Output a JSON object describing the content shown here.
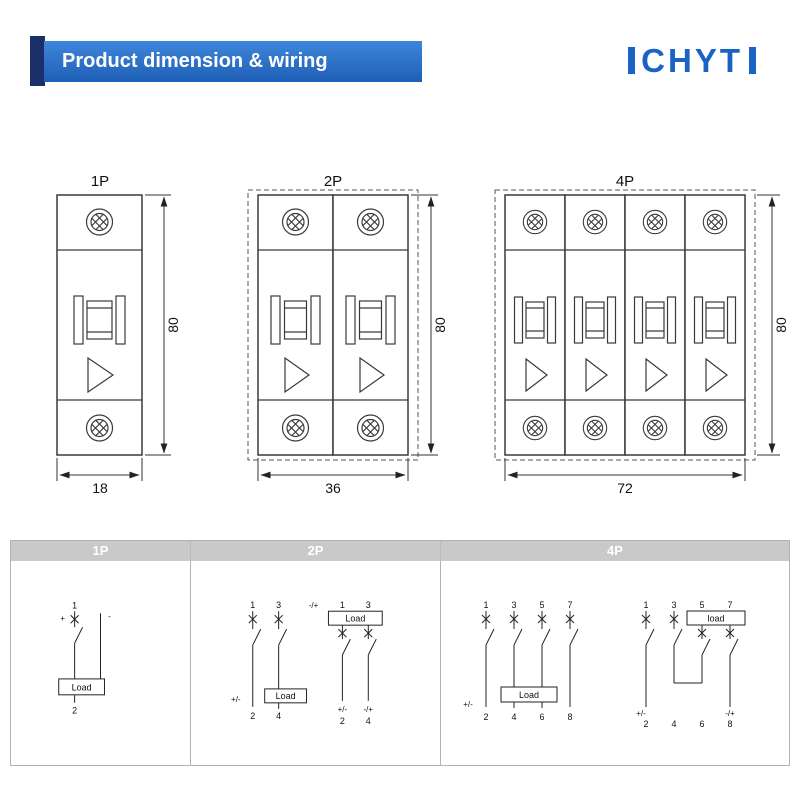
{
  "header": {
    "title": "Product dimension & wiring",
    "logo_text": "CHYT",
    "brand_color": "#1a63c5",
    "banner_color": "#2a72cd",
    "accent_color": "#1b2f6b"
  },
  "drawings": {
    "p1": {
      "title": "1P",
      "width": "18",
      "height": "80"
    },
    "p2": {
      "title": "2P",
      "width": "36",
      "height": "80"
    },
    "p4": {
      "title": "4P",
      "width": "72",
      "height": "80"
    }
  },
  "table": {
    "headers": [
      "1P",
      "2P",
      "4P"
    ]
  },
  "wiring": {
    "p1": {
      "t1": "1",
      "plus": "+",
      "minus": "-",
      "load": "Load",
      "b1": "2"
    },
    "p2a": {
      "t1": "1",
      "t2": "3",
      "pol_left": "+/-",
      "load": "Load",
      "b1": "2",
      "b2": "4"
    },
    "p2b": {
      "pol_top": "-/+",
      "t1": "1",
      "t2": "3",
      "load": "Load",
      "pol1": "+/-",
      "pol2": "-/+",
      "b1": "2",
      "b2": "4"
    },
    "p4a": {
      "t1": "1",
      "t2": "3",
      "t3": "5",
      "t4": "7",
      "load": "Load",
      "pol_left": "+/-",
      "b1": "2",
      "b2": "4",
      "b3": "6",
      "b4": "8"
    },
    "p4b": {
      "t1": "1",
      "t2": "3",
      "t3": "5",
      "t4": "7",
      "load": "load",
      "pol1": "+/-",
      "pol2": "-/+",
      "b1": "2",
      "b2": "4",
      "b3": "6",
      "b4": "8"
    }
  }
}
